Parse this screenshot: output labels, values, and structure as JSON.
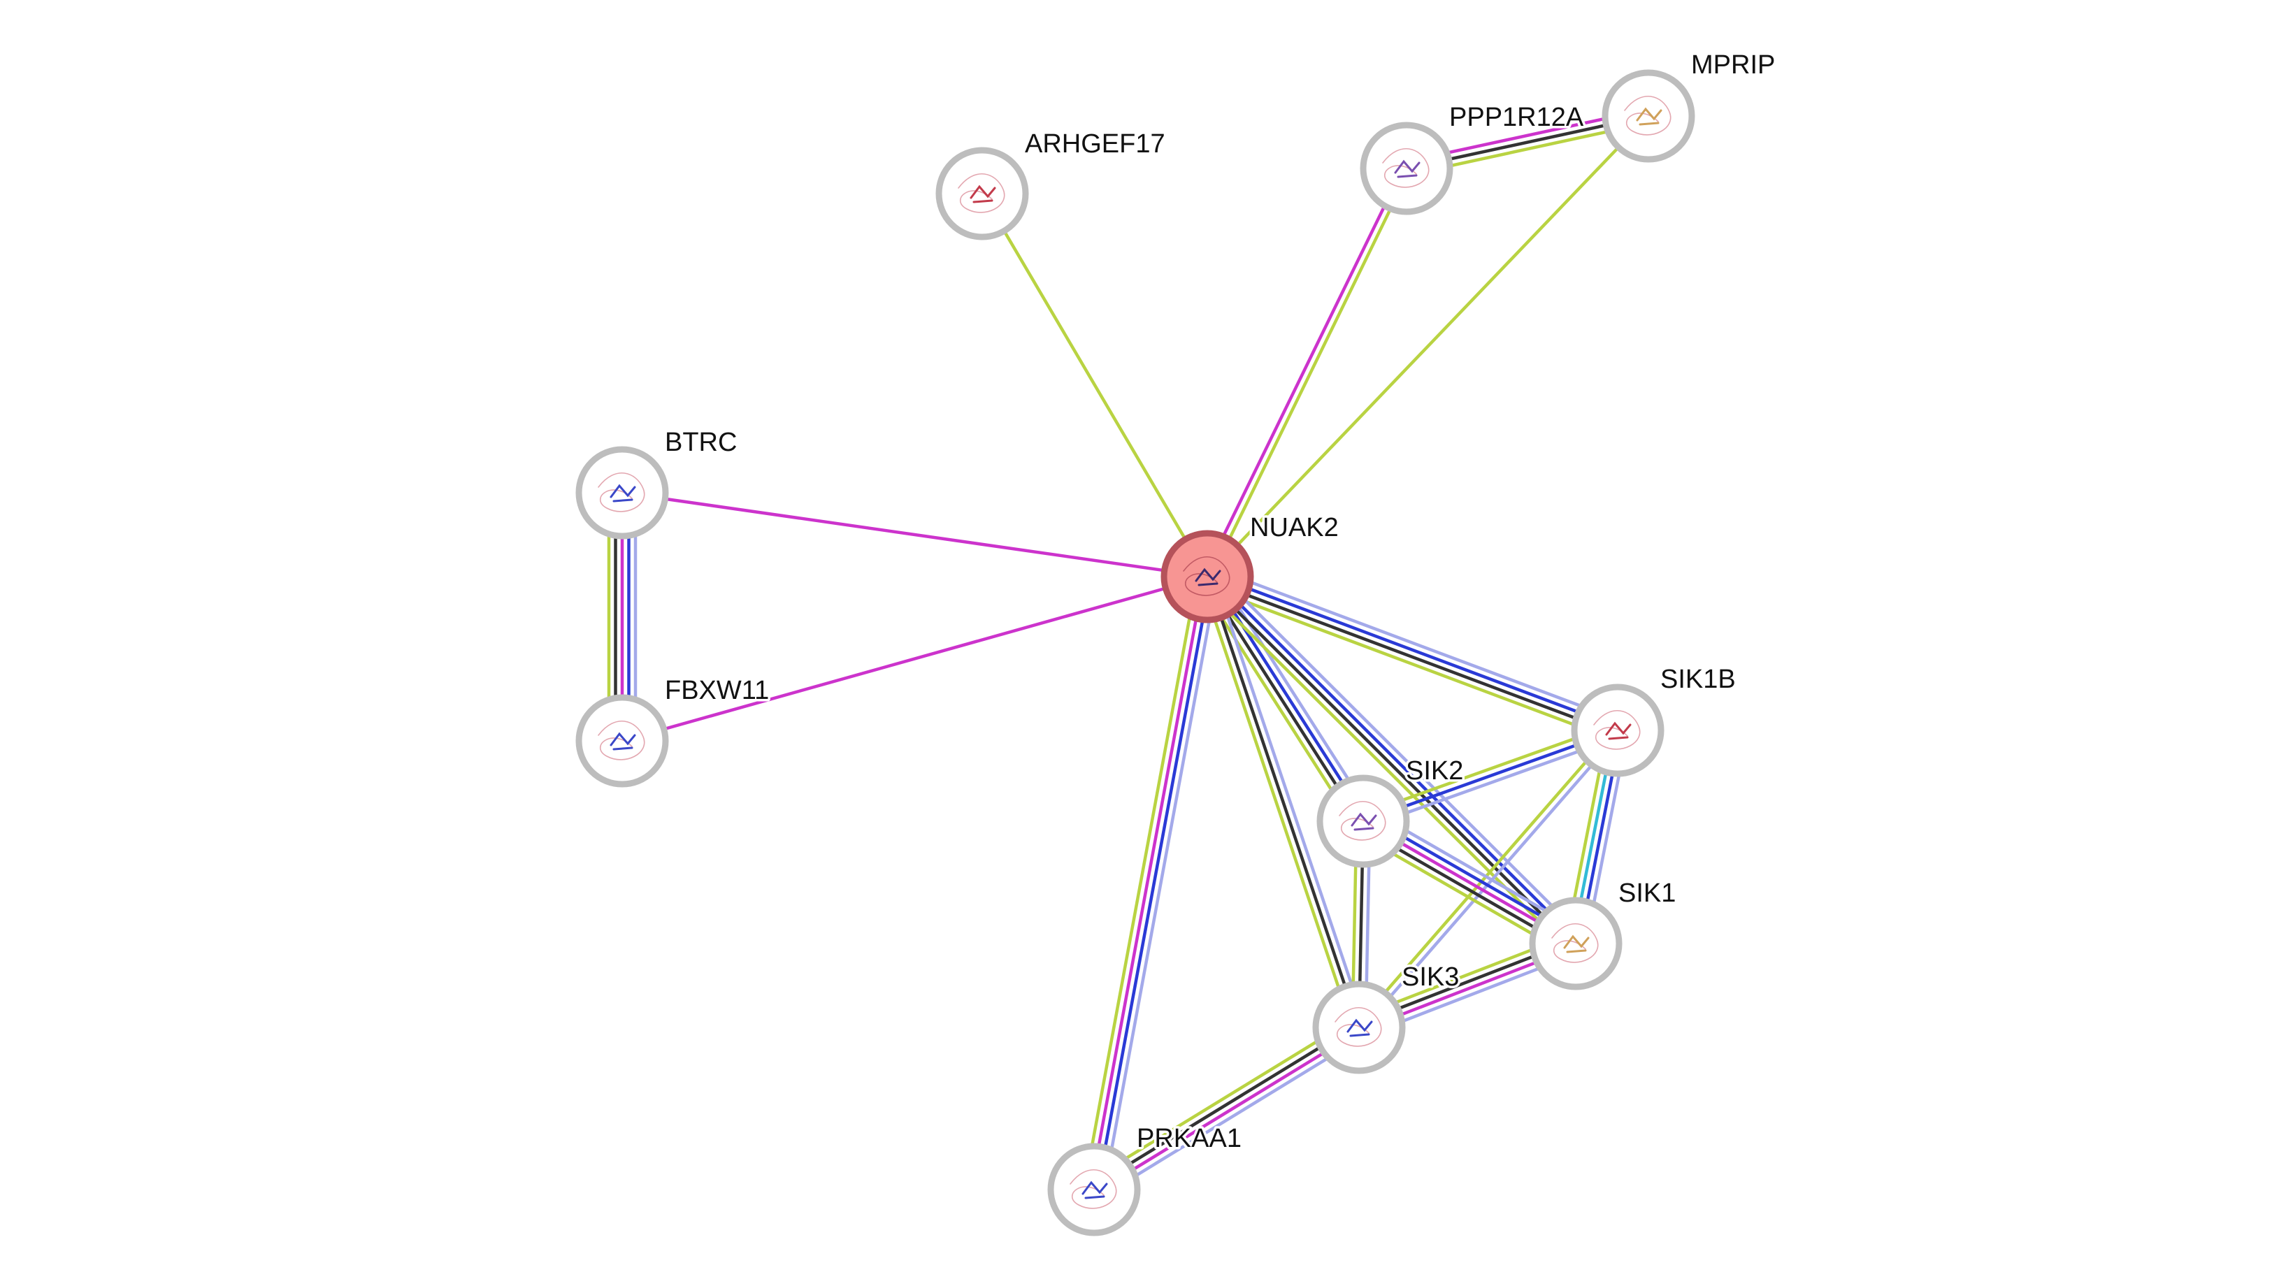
{
  "colors": {
    "textmining": "#b9d342",
    "experiments": "#cc33cc",
    "coexpression": "#333333",
    "databases": "#33bbd6",
    "homology": "#2a3ad6",
    "neighborhood": "#a3a9ea",
    "query_fill": "#f79593",
    "query_ring": "#b5525a",
    "node_ring": "#bdbdbd"
  },
  "nodes": [
    {
      "id": "NUAK2",
      "label": "NUAK2",
      "query": true
    },
    {
      "id": "ARHGEF17",
      "label": "ARHGEF17"
    },
    {
      "id": "PPP1R12A",
      "label": "PPP1R12A"
    },
    {
      "id": "MPRIP",
      "label": "MPRIP"
    },
    {
      "id": "BTRC",
      "label": "BTRC"
    },
    {
      "id": "FBXW11",
      "label": "FBXW11"
    },
    {
      "id": "SIK1B",
      "label": "SIK1B"
    },
    {
      "id": "SIK2",
      "label": "SIK2"
    },
    {
      "id": "SIK1",
      "label": "SIK1"
    },
    {
      "id": "SIK3",
      "label": "SIK3"
    },
    {
      "id": "PRKAA1",
      "label": "PRKAA1"
    }
  ],
  "edges": [
    {
      "source": "NUAK2",
      "target": "ARHGEF17",
      "evidence": [
        "textmining"
      ]
    },
    {
      "source": "NUAK2",
      "target": "PPP1R12A",
      "evidence": [
        "experiments",
        "textmining"
      ]
    },
    {
      "source": "NUAK2",
      "target": "MPRIP",
      "evidence": [
        "textmining"
      ]
    },
    {
      "source": "PPP1R12A",
      "target": "MPRIP",
      "evidence": [
        "textmining",
        "experiments",
        "coexpression"
      ]
    },
    {
      "source": "NUAK2",
      "target": "BTRC",
      "evidence": [
        "experiments"
      ]
    },
    {
      "source": "NUAK2",
      "target": "FBXW11",
      "evidence": [
        "experiments"
      ]
    },
    {
      "source": "BTRC",
      "target": "FBXW11",
      "evidence": [
        "neighborhood",
        "homology",
        "experiments",
        "coexpression",
        "textmining"
      ]
    },
    {
      "source": "NUAK2",
      "target": "SIK1B",
      "evidence": [
        "neighborhood",
        "homology",
        "coexpression",
        "textmining"
      ]
    },
    {
      "source": "NUAK2",
      "target": "SIK2",
      "evidence": [
        "neighborhood",
        "homology",
        "coexpression",
        "textmining"
      ]
    },
    {
      "source": "NUAK2",
      "target": "SIK1",
      "evidence": [
        "neighborhood",
        "homology",
        "coexpression",
        "textmining"
      ]
    },
    {
      "source": "NUAK2",
      "target": "SIK3",
      "evidence": [
        "neighborhood",
        "coexpression",
        "textmining"
      ]
    },
    {
      "source": "NUAK2",
      "target": "PRKAA1",
      "evidence": [
        "neighborhood",
        "homology",
        "experiments",
        "textmining"
      ]
    },
    {
      "source": "SIK1B",
      "target": "SIK2",
      "evidence": [
        "neighborhood",
        "homology",
        "textmining"
      ]
    },
    {
      "source": "SIK1B",
      "target": "SIK1",
      "evidence": [
        "neighborhood",
        "homology",
        "databases",
        "textmining"
      ]
    },
    {
      "source": "SIK1B",
      "target": "SIK3",
      "evidence": [
        "neighborhood",
        "textmining"
      ]
    },
    {
      "source": "SIK2",
      "target": "SIK1",
      "evidence": [
        "neighborhood",
        "homology",
        "experiments",
        "coexpression",
        "textmining"
      ]
    },
    {
      "source": "SIK2",
      "target": "SIK3",
      "evidence": [
        "neighborhood",
        "coexpression",
        "textmining"
      ]
    },
    {
      "source": "SIK1",
      "target": "SIK3",
      "evidence": [
        "neighborhood",
        "coexpression",
        "experiments",
        "textmining"
      ]
    },
    {
      "source": "SIK3",
      "target": "PRKAA1",
      "evidence": [
        "neighborhood",
        "coexpression",
        "experiments",
        "textmining"
      ]
    }
  ]
}
